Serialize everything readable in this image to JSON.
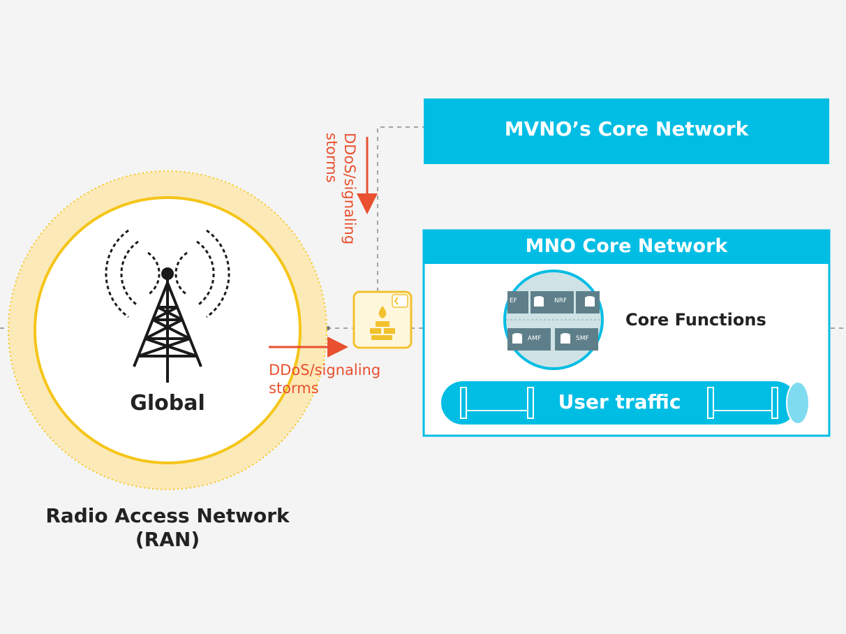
{
  "ran": {
    "site_label": "Global",
    "title_line1": "Radio Access Network",
    "title_line2": "(RAN)"
  },
  "attack_labels": {
    "horizontal_line1": "DDoS/signaling",
    "horizontal_line2": "storms",
    "vertical_line1": "DDoS/signaling",
    "vertical_line2": "storms"
  },
  "mvno": {
    "title": "MVNO’s Core Network"
  },
  "mno": {
    "title": "MNO Core Network",
    "core_functions_label": "Core Functions",
    "functions": [
      "EF",
      "NRF",
      "AMF",
      "SMF"
    ],
    "user_traffic_label": "User traffic"
  },
  "colors": {
    "accent_cyan": "#00bde4",
    "ran_ring": "#f5c518",
    "ran_halo": "#fbe9b8",
    "attack_red": "#e8502f",
    "firewall": "#f2c12e"
  },
  "icons": [
    "cell-tower-icon",
    "firewall-icon",
    "database-icon",
    "arrow-right-icon",
    "arrow-down-icon"
  ]
}
